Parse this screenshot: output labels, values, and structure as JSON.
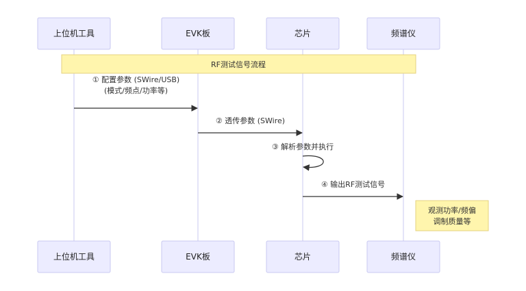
{
  "participants": [
    {
      "id": "host",
      "label": "上位机工具"
    },
    {
      "id": "evk",
      "label": "EVK板"
    },
    {
      "id": "chip",
      "label": "芯片"
    },
    {
      "id": "analyzer",
      "label": "频谱仪"
    }
  ],
  "title_note": {
    "text": "RF测试信号流程"
  },
  "messages": [
    {
      "from": "host",
      "to": "evk",
      "lines": [
        "① 配置参数 (SWire/USB)",
        "(模式/频点/功率等)"
      ]
    },
    {
      "from": "evk",
      "to": "chip",
      "lines": [
        "② 透传参数 (SWire)"
      ]
    },
    {
      "from": "chip",
      "to": "chip",
      "lines": [
        "③ 解析参数并执行"
      ]
    },
    {
      "from": "chip",
      "to": "analyzer",
      "lines": [
        "④ 输出RF测试信号"
      ]
    }
  ],
  "side_note": {
    "lines": [
      "观测功率/频偏",
      "调制质量等"
    ]
  },
  "colors": {
    "actor_fill": "#ECECFF",
    "actor_stroke": "#C9C9F0",
    "note_fill": "#FFF5AD",
    "note_stroke": "#E6D280",
    "line": "#333333"
  }
}
